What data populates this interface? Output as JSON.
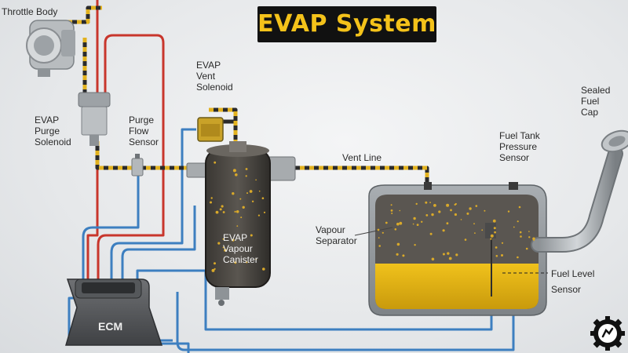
{
  "title": "EVAP System",
  "labels": {
    "throttle_body": "Throttle Body",
    "evap_purge_solenoid": [
      "EVAP",
      "Purge",
      "Solenoid"
    ],
    "purge_flow_sensor": [
      "Purge",
      "Flow",
      "Sensor"
    ],
    "evap_vent_solenoid": [
      "EVAP",
      "Vent",
      "Solenoid"
    ],
    "vent_line": "Vent Line",
    "sealed_fuel_cap": [
      "Sealed",
      "Fuel",
      "Cap"
    ],
    "fuel_tank_pressure_sensor": [
      "Fuel Tank",
      "Pressure",
      "Sensor"
    ],
    "vapour_separator": [
      "Vapour",
      "Separator"
    ],
    "fuel_level_sensor": [
      "Fuel Level",
      "Sensor"
    ],
    "canister": [
      "EVAP",
      "Vapour",
      "Canister"
    ],
    "ecm": "ECM"
  },
  "colors": {
    "title_bg": "#111111",
    "title_text": "#f4c21a",
    "hose_yellow": "#e2b21f",
    "hose_dark": "#2b2b2b",
    "wire_red": "#c8362c",
    "wire_blue": "#3d7fc0",
    "fuel": "#e6b511"
  }
}
